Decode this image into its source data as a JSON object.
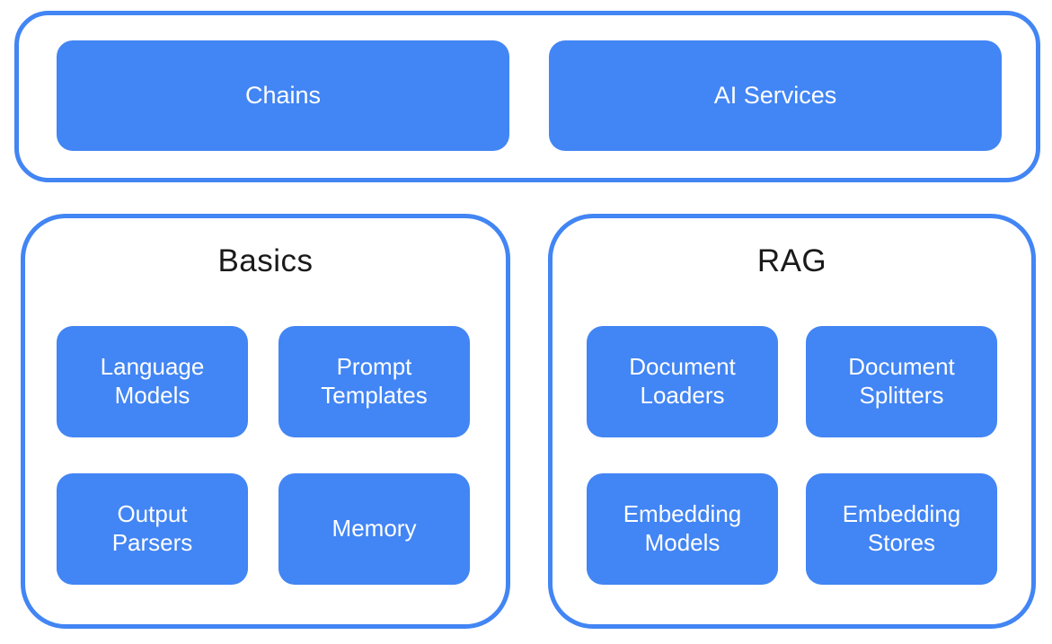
{
  "diagram": {
    "accent_color": "#4285F4",
    "title_color": "#1a1a1a",
    "box_text_color": "#ffffff",
    "top_group": {
      "boxes": [
        {
          "label": "Chains"
        },
        {
          "label": "AI Services"
        }
      ]
    },
    "groups": [
      {
        "title": "Basics",
        "boxes": [
          {
            "label": "Language\nModels"
          },
          {
            "label": "Prompt\nTemplates"
          },
          {
            "label": "Output\nParsers"
          },
          {
            "label": "Memory"
          }
        ]
      },
      {
        "title": "RAG",
        "boxes": [
          {
            "label": "Document\nLoaders"
          },
          {
            "label": "Document\nSplitters"
          },
          {
            "label": "Embedding\nModels"
          },
          {
            "label": "Embedding\nStores"
          }
        ]
      }
    ]
  }
}
